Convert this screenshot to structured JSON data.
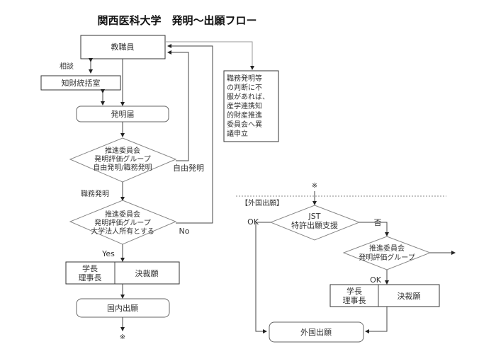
{
  "title": "関西医科大学　発明～出願フロー",
  "nodes": {
    "staff": "教職員",
    "ip_office": "知財統括室",
    "invention_report": "発明届",
    "decision1": [
      "推進委員会",
      "発明評価グループ",
      "自由発明/職務発明"
    ],
    "decision2": [
      "推進委員会",
      "発明評価グループ",
      "大学法人所有とする"
    ],
    "approval_left": [
      "学長",
      "理事長"
    ],
    "approval_right": "決裁願",
    "domestic_filing": "国内出願",
    "objection_note": [
      "職務発明等",
      "の判断に不",
      "服があれば、",
      "産学連携知",
      "的財産推進",
      "委員会へ異",
      "議申立"
    ],
    "jst_decision": [
      "JST",
      "特許出願支援"
    ],
    "decision3": [
      "推進委員会",
      "発明評価グループ"
    ],
    "approval2_left": [
      "学長",
      "理事長"
    ],
    "approval2_right": "決裁願",
    "foreign_filing": "外国出願"
  },
  "labels": {
    "consult": "相談",
    "free_invention": "自由発明",
    "job_invention": "職務発明",
    "no": "No",
    "yes": "Yes",
    "asterisk_bottom": "※",
    "asterisk_top": "※",
    "foreign_section": "【外国出願】",
    "ok_left": "OK",
    "deny": "否",
    "ok_bottom": "OK"
  }
}
